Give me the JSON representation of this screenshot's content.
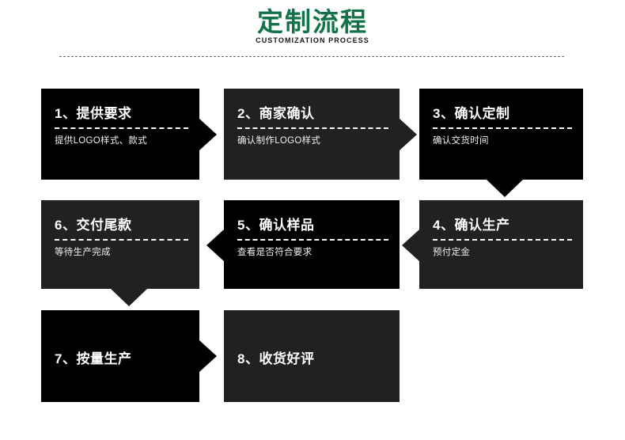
{
  "header": {
    "title_cn": "定制流程",
    "title_en": "CUSTOMIZATION PROCESS",
    "title_color": "#12734a",
    "subtitle_color": "#161616",
    "rule_color": "#6b6b6b"
  },
  "palette": {
    "black": "#000000",
    "gray": "#212121",
    "text": "#ffffff",
    "background": "#ffffff"
  },
  "steps": [
    {
      "id": 1,
      "title": "1、提供要求",
      "desc": "提供LOGO样式、款式",
      "shade": "black",
      "arrow": "right"
    },
    {
      "id": 2,
      "title": "2、商家确认",
      "desc": "确认制作LOGO样式",
      "shade": "gray",
      "arrow": "right"
    },
    {
      "id": 3,
      "title": "3、确认定制",
      "desc": "确认交货时间",
      "shade": "black",
      "arrow": "down"
    },
    {
      "id": 4,
      "title": "4、确认生产",
      "desc": "预付定金",
      "shade": "gray",
      "arrow": "left"
    },
    {
      "id": 5,
      "title": "5、确认样品",
      "desc": "查看是否符合要求",
      "shade": "black",
      "arrow": "left"
    },
    {
      "id": 6,
      "title": "6、交付尾款",
      "desc": "等待生产完成",
      "shade": "gray",
      "arrow": "down"
    },
    {
      "id": 7,
      "title": "7、按量生产",
      "desc": "",
      "shade": "black",
      "arrow": "right"
    },
    {
      "id": 8,
      "title": "8、收货好评",
      "desc": "",
      "shade": "gray",
      "arrow": "none"
    }
  ]
}
